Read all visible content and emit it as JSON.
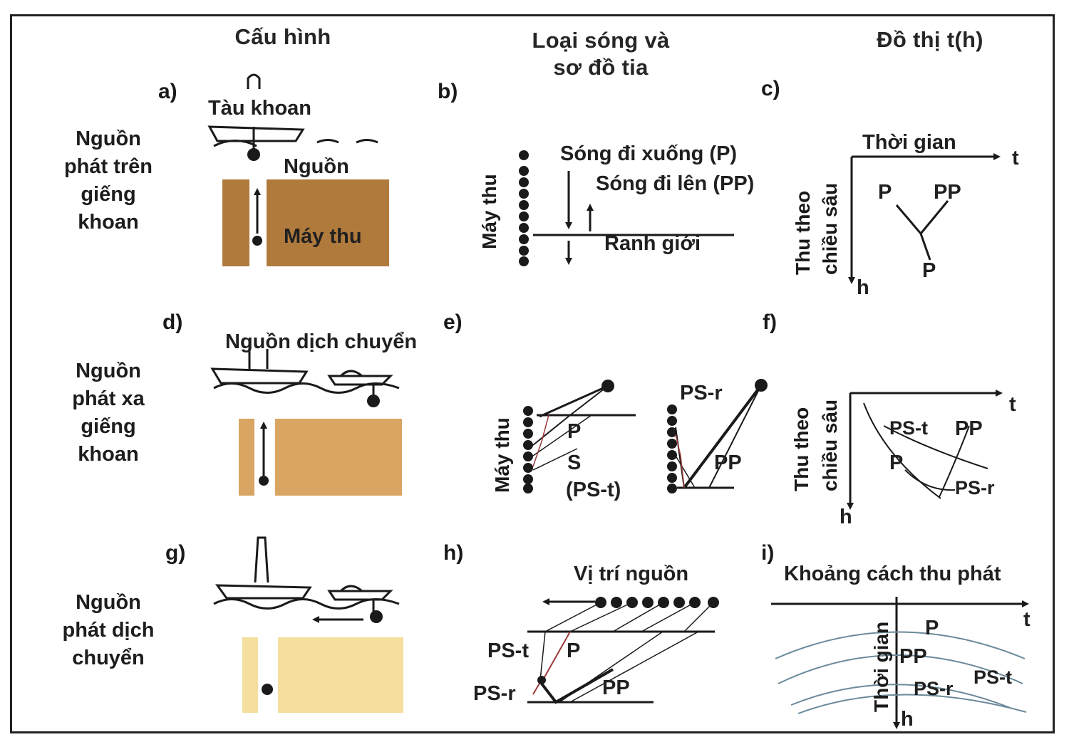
{
  "headers": {
    "config": "Cấu hình",
    "wave_line1": "Loại sóng và",
    "wave_line2": "sơ đồ tia",
    "graph": "Đồ thị t(h)"
  },
  "rows": {
    "row1": [
      "Nguồn",
      "phát trên",
      "giếng",
      "khoan"
    ],
    "row2": [
      "Nguồn",
      "phát xa",
      "giếng",
      "khoan"
    ],
    "row3": [
      "Nguồn",
      "phát dịch",
      "chuyển"
    ]
  },
  "panels": {
    "a": "a)",
    "b": "b)",
    "c": "c)",
    "d": "d)",
    "e": "e)",
    "f": "f)",
    "g": "g)",
    "h": "h)",
    "i": "i)"
  },
  "labels": {
    "tau_khoan": "Tàu khoan",
    "nguon": "Nguồn",
    "may_thu": "Máy thu",
    "song_di_xuong": "Sóng đi xuống (P)",
    "song_di_len": "Sóng đi lên (PP)",
    "ranh_gioi": "Ranh giới",
    "thoi_gian": "Thời gian",
    "t": "t",
    "h": "h",
    "thu_theo": "Thu theo",
    "chieu_sau": "chiều sâu",
    "P": "P",
    "PP": "PP",
    "S": "S",
    "PS_t_paren": "(PS-t)",
    "PS_t": "PS-t",
    "PS_r": "PS-r",
    "nguon_dich_chuyen": "Nguồn dịch chuyển",
    "vi_tri_nguon": "Vị trí nguồn",
    "khoang_cach": "Khoảng cách thu phát"
  },
  "colors": {
    "line": "#1a1a1a",
    "formation_dark": "#b07a3c",
    "formation_mid": "#d9a562",
    "formation_light": "#f4df9e",
    "ray_red": "#9b3a3a",
    "curve_blue": "#6b8a9b"
  }
}
